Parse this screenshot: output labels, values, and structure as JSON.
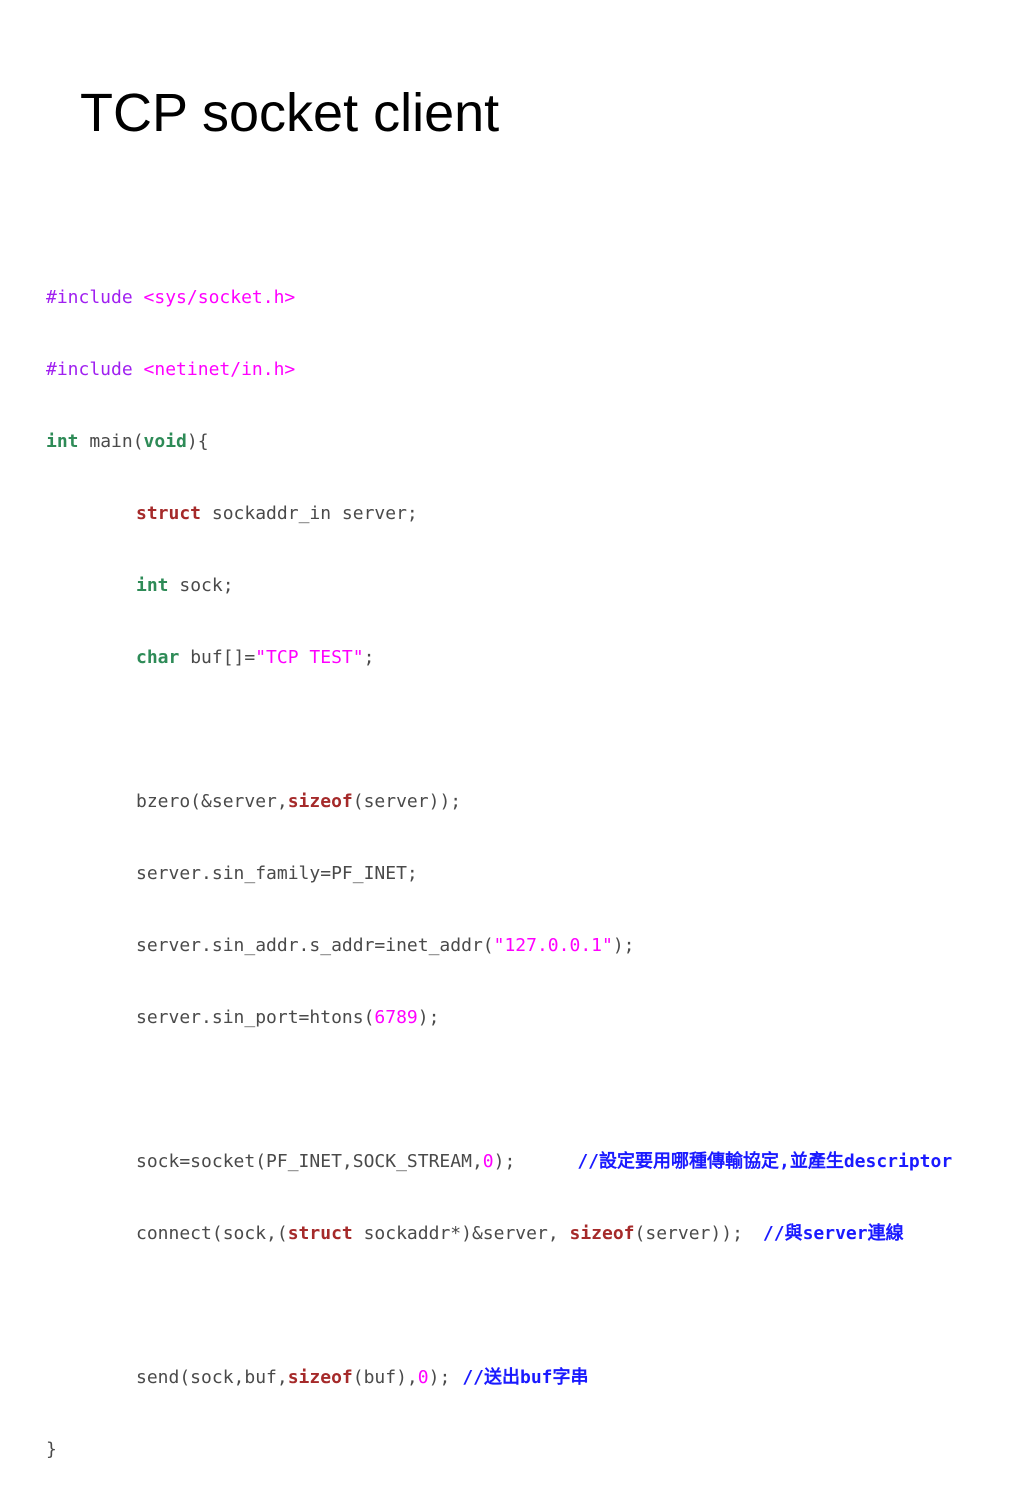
{
  "slide": {
    "title": "TCP socket client"
  },
  "code": {
    "l1": {
      "pre": "#include ",
      "hdr": "<sys/socket.h>"
    },
    "l2": {
      "pre": "#include ",
      "hdr": "<netinet/in.h>"
    },
    "l3": {
      "kw": "int",
      "rest1": " main(",
      "kw2": "void",
      "rest2": "){"
    },
    "l4": {
      "kw": "struct",
      "rest": " sockaddr_in server;"
    },
    "l5": {
      "kw": "int",
      "rest": " sock;"
    },
    "l6": {
      "kw": "char",
      "rest1": " buf[]=",
      "str": "\"TCP TEST\"",
      "rest2": ";"
    },
    "l8": {
      "a": "bzero(&server,",
      "kw": "sizeof",
      "b": "(server));"
    },
    "l9": {
      "a": "server.sin_family=PF_INET;"
    },
    "l10": {
      "a": "server.sin_addr.s_addr=inet_addr(",
      "str": "\"127.0.0.1\"",
      "b": ");"
    },
    "l11": {
      "a": "server.sin_port=htons(",
      "num": "6789",
      "b": ");"
    },
    "l13": {
      "a": "sock=socket(PF_INET,SOCK_STREAM,",
      "num": "0",
      "b": ");",
      "cmt": "//設定要用哪種傳輸協定,並產生descriptor"
    },
    "l14": {
      "a": "connect(sock,(",
      "kw": "struct",
      "b": " sockaddr*)&server, ",
      "kw2": "sizeof",
      "c": "(server));",
      "cmt": "//與server連線"
    },
    "l16": {
      "a": "send(sock,buf,",
      "kw": "sizeof",
      "b": "(buf),",
      "num": "0",
      "c": ");",
      "cmt": "//送出buf字串"
    },
    "l17": {
      "a": "}"
    }
  },
  "colors": {
    "preprocessor": "#a020f0",
    "string": "#ff00ff",
    "type_keyword": "#2e8b57",
    "struct_keyword": "#a52a2a",
    "comment": "#1a1aff",
    "plain": "#4a4a4a"
  }
}
